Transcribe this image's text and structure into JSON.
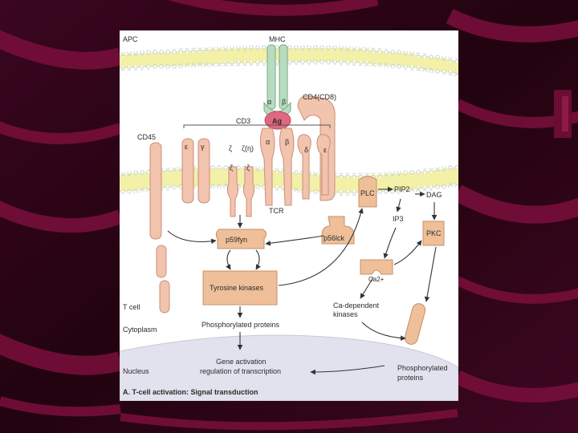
{
  "figure": {
    "labels": {
      "apc": "APC",
      "mhc": "MHC",
      "alpha_top": "α",
      "beta_top": "β",
      "ag": "Ag",
      "cd4cd8": "CD4(CD8)",
      "cd3": "CD3",
      "cd45": "CD45",
      "epsilon1": "ε",
      "gamma": "γ",
      "zeta": "ζ",
      "zeta_eta": "ζ(η)",
      "zeta_a": "ζ",
      "zeta_b": "ζ",
      "alpha_tcr": "α",
      "beta_tcr": "β",
      "delta": "δ",
      "epsilon2": "ε",
      "tcr": "TCR",
      "p56lck": "p56lck",
      "p59fyn": "p59fyn",
      "plc": "PLC",
      "pip2": "PIP2",
      "dag": "DAG",
      "ip3": "IP3",
      "pkc": "PKC",
      "ca": "Ca2+",
      "tyrosine_kinases": "Tyrosine kinases",
      "ca_dependent_1": "Ca-dependent",
      "ca_dependent_2": "kinases",
      "t_cell": "T cell",
      "cytoplasm": "Cytoplasm",
      "phosphorylated_proteins": "Phosphorylated proteins",
      "gene_activation_1": "Gene activation",
      "gene_activation_2": "regulation of transcription",
      "nucleus": "Nucleus",
      "phos_right_1": "Phosphorylated",
      "phos_right_2": "proteins",
      "caption": "A. T-cell activation: Signal transduction"
    },
    "colors": {
      "receptor": "#f2c3ad",
      "receptor_stroke": "#c98f78",
      "mhc_green": "#b9dcc0",
      "antigen": "#e06880",
      "kinase": "#eebf98",
      "membrane": "#f3f0a8",
      "nucleus": "#e2e2ee"
    }
  }
}
